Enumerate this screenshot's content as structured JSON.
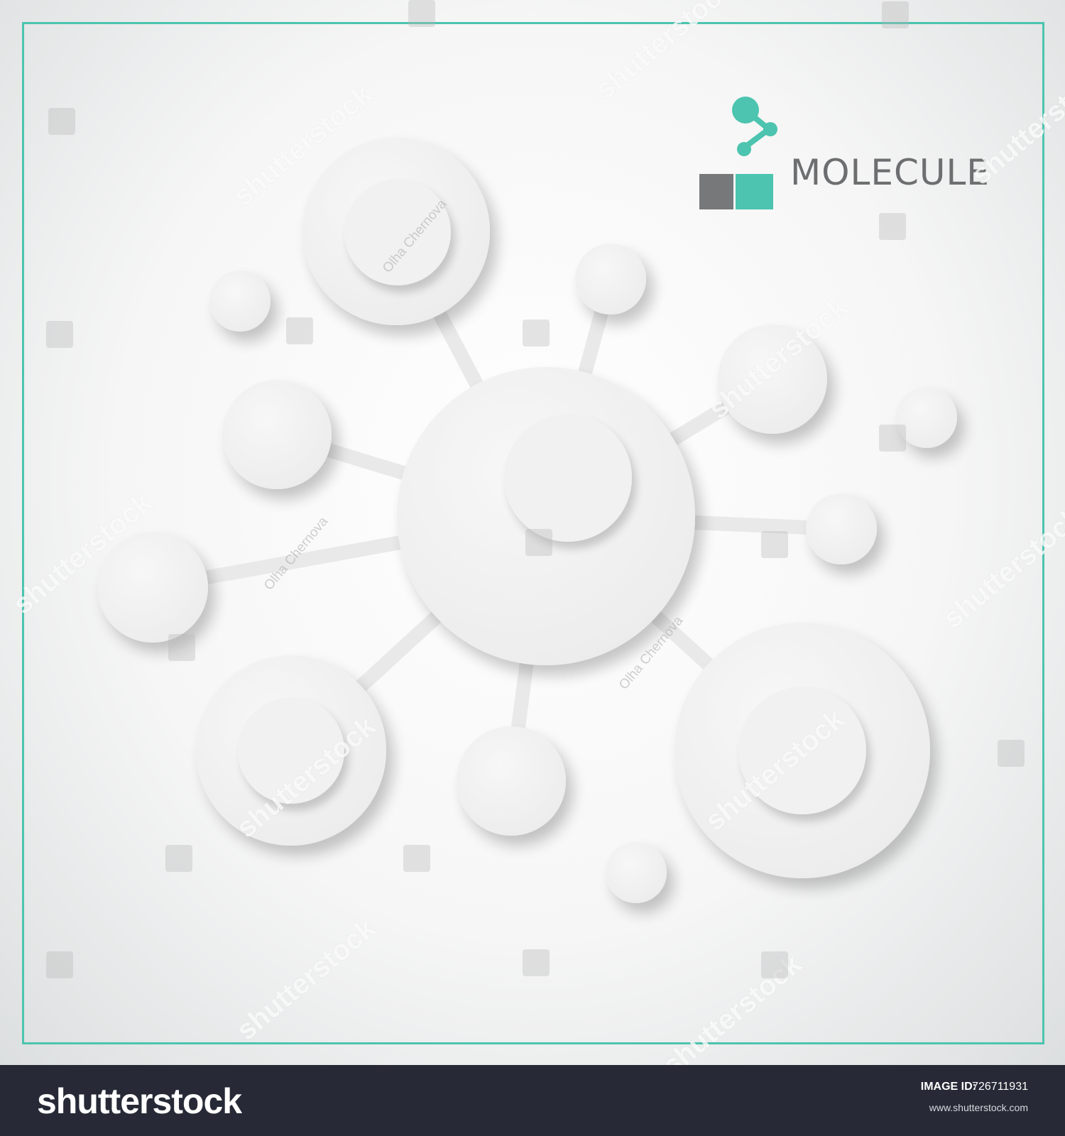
{
  "title": "MOLECULE",
  "colors": {
    "accent": "#4cc4af",
    "gray_block": "#777879",
    "title_text": "#6d6e70",
    "node_fill": "#f0f0f0",
    "footer_bg": "#272a36"
  },
  "logo": {
    "icon": "molecule-icon"
  },
  "watermarks": {
    "brand": "shutterstock",
    "credit": "Olha Chernova"
  },
  "footer": {
    "brand": "shutterstock",
    "image_id_label": "IMAGE ID:",
    "image_id": "726711931",
    "url": "www.shutterstock.com"
  }
}
